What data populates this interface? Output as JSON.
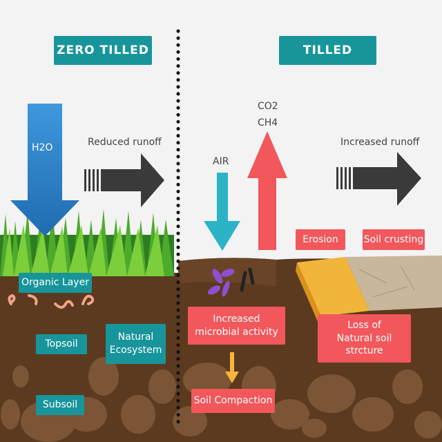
{
  "headers": {
    "left": "ZERO TILLED",
    "right": "TILLED"
  },
  "zero_tilled": {
    "water_label": "H2O",
    "runoff_label": "Reduced runoff",
    "organic_layer": "Organic Layer",
    "topsoil": "Topsoil",
    "natural_ecosystem": "Natural Ecosystem",
    "subsoil": "Subsoil"
  },
  "tilled": {
    "air_label": "AIR",
    "gas_label_1": "CO2",
    "gas_label_2": "CH4",
    "runoff_label": "Increased runoff",
    "erosion": "Erosion",
    "soil_crusting": "Soil crusting",
    "microbial": "Increased microbial activity",
    "compaction": "Soil Compaction",
    "structure_loss": "Loss of Natural soil strcture"
  },
  "colors": {
    "teal": "#18959b",
    "red": "#f1575b",
    "soil": "#5b3a1f",
    "blue": "#2a7cc4",
    "air": "#2bb3c6"
  }
}
